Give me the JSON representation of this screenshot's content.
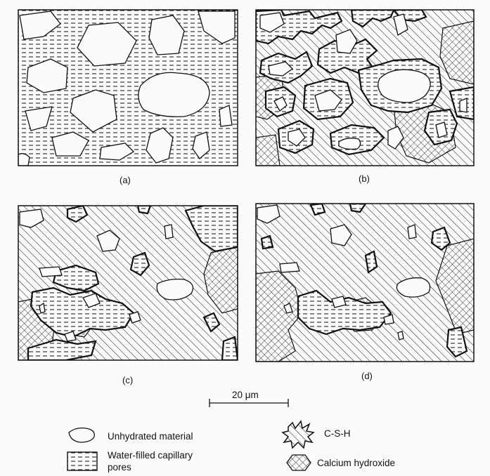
{
  "panels": [
    {
      "label": "(a)"
    },
    {
      "label": "(b)"
    },
    {
      "label": "(c)"
    },
    {
      "label": "(d)"
    }
  ],
  "scale_bar": {
    "label": "20 μm"
  },
  "legend": {
    "unhydrated": "Unhydrated material",
    "pores_line1": "Water-filled capillary",
    "pores_line2": "pores",
    "csh": "C-S-H",
    "ch": "Calcium hydroxide"
  }
}
